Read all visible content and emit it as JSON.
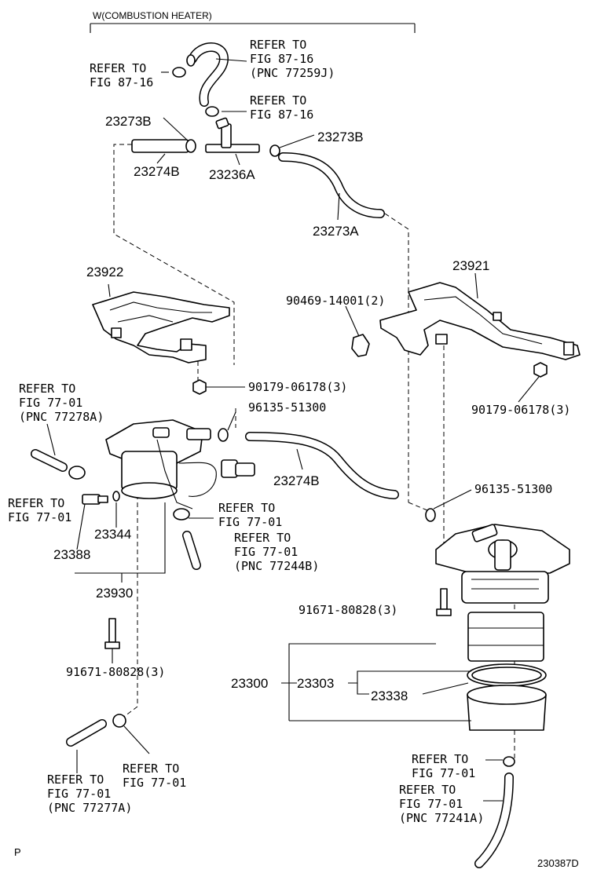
{
  "header": {
    "title": "W(COMBUSTION HEATER)"
  },
  "labels": {
    "ref_87_16_a": [
      "REFER TO",
      "FIG 87-16",
      "(PNC 77259J)"
    ],
    "ref_87_16_b": [
      "REFER TO",
      "FIG 87-16"
    ],
    "ref_87_16_c": [
      "REFER TO",
      "FIG 87-16"
    ],
    "ref_77_01_278a": [
      "REFER TO",
      "FIG 77-01",
      "(PNC 77278A)"
    ],
    "ref_77_01_left": [
      "REFER TO",
      "FIG 77-01"
    ],
    "ref_77_01_mid": [
      "REFER TO",
      "FIG 77-01"
    ],
    "ref_77_01_244b": [
      "REFER TO",
      "FIG 77-01",
      "(PNC 77244B)"
    ],
    "ref_77_01_277a": [
      "REFER TO",
      "FIG 77-01",
      "(PNC 77277A)"
    ],
    "ref_77_01_bot": [
      "REFER TO",
      "FIG 77-01"
    ],
    "ref_77_01_right": [
      "REFER TO",
      "FIG 77-01"
    ],
    "ref_77_01_241a": [
      "REFER TO",
      "FIG 77-01",
      "(PNC 77241A)"
    ]
  },
  "part_numbers": {
    "p23273B_a": "23273B",
    "p23273B_b": "23273B",
    "p23274B_a": "23274B",
    "p23236A": "23236A",
    "p23273A": "23273A",
    "p23922": "23922",
    "p23921": "23921",
    "p90469": "90469-14001(2)",
    "p90179_a": "90179-06178(3)",
    "p90179_b": "90179-06178(3)",
    "p96135_a": "96135-51300",
    "p96135_b": "96135-51300",
    "p23274B_b": "23274B",
    "p23344": "23344",
    "p23388": "23388",
    "p23930": "23930",
    "p91671_a": "91671-80828(3)",
    "p91671_b": "91671-80828(3)",
    "p23300": "23300",
    "p23303": "23303",
    "p23338": "23338"
  },
  "footer": {
    "left_mark": "P",
    "drawing_id": "230387D"
  }
}
